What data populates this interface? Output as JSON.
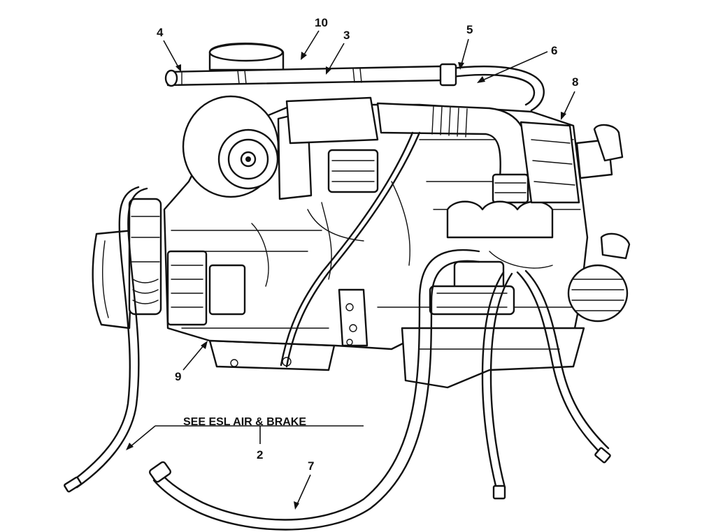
{
  "diagram": {
    "callouts": [
      "10",
      "4",
      "3",
      "5",
      "6",
      "8",
      "9",
      "2",
      "7"
    ],
    "note": "SEE ESL AIR & BRAKE"
  }
}
